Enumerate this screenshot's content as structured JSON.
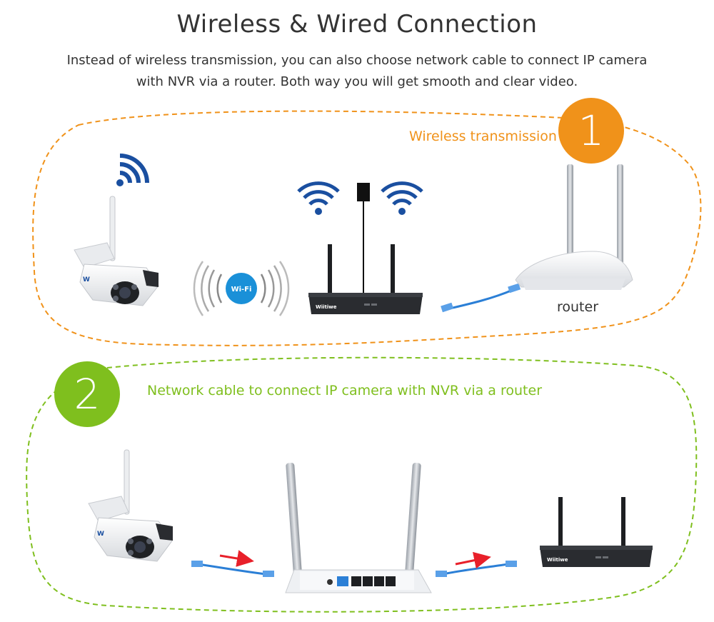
{
  "header": {
    "title": "Wireless & Wired Connection",
    "subtitle": "Instead of wireless transmission, you can also choose network cable to connect IP camera with NVR via a router. Both way you will get smooth and clear video."
  },
  "section_wireless": {
    "number": "1",
    "label": "Wireless transmission",
    "router_label": "router",
    "wifi_badge": "Wi-Fi",
    "color": "#f0921a"
  },
  "section_wired": {
    "number": "2",
    "label": "Network cable to connect IP camera with NVR via a router",
    "color": "#7fbf1e"
  },
  "brand": {
    "nvr_logo": "Wiitiwe",
    "camera_logo": "W"
  },
  "colors": {
    "wifi_blue": "#1a4fa0",
    "cable_blue": "#2b7fd6",
    "arrow_red": "#e8202a"
  },
  "icons": [
    "wifi-signal-icon",
    "power-adapter-icon",
    "wifi-waves-icon",
    "arrow-right-icon"
  ]
}
